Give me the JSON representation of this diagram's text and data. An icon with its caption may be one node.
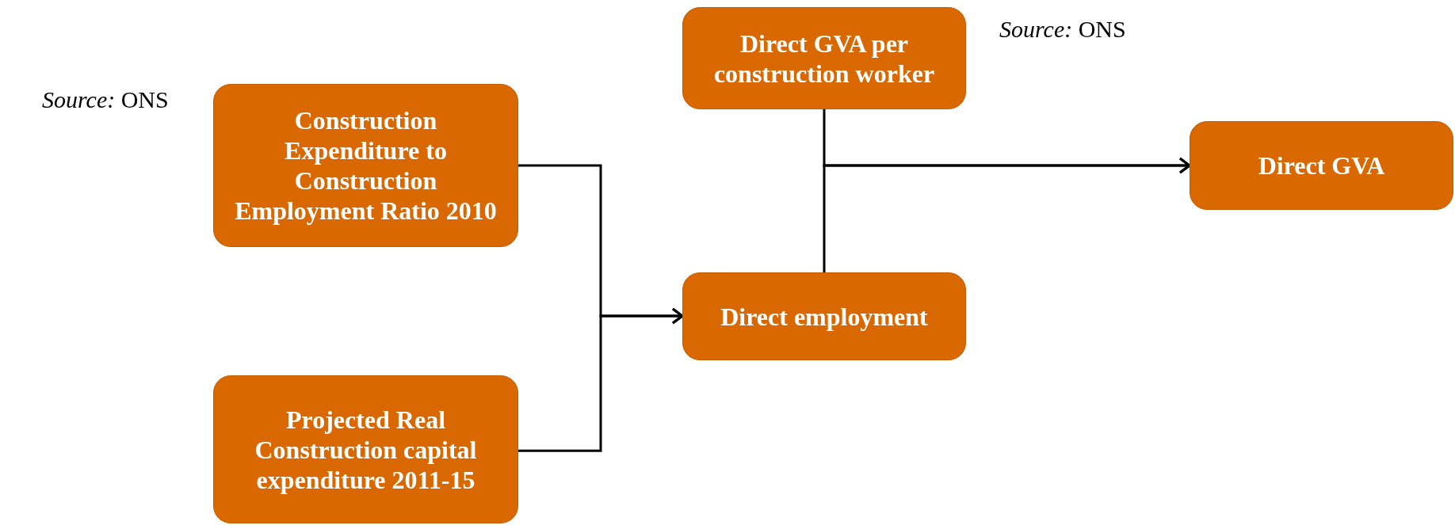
{
  "diagram": {
    "nodes": [
      {
        "text": [
          "Construction Expenditure to Construction Employment Ratio 2010"
        ]
      },
      {
        "text": [
          "Projected Real Construction capital expenditure 2011-15"
        ]
      },
      {
        "text": [
          "Direct GVA per construction worker"
        ]
      },
      {
        "text": [
          "Direct employment"
        ]
      },
      {
        "text": [
          "Direct GVA"
        ]
      }
    ],
    "edges": [
      {
        "from": 0,
        "to": 3,
        "arrow": "to"
      },
      {
        "from": 1,
        "to": 3,
        "arrow": "to"
      },
      {
        "from": 2,
        "to": 4,
        "arrow": "to"
      },
      {
        "from": 3,
        "to": 4,
        "arrow": "to"
      }
    ],
    "labels": [
      "*Source:* ONS",
      "*Source:* ONS"
    ]
  }
}
